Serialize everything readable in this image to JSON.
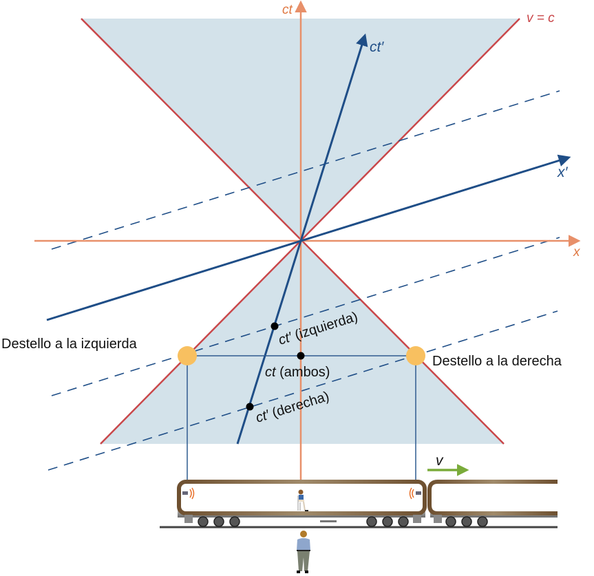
{
  "figure": {
    "type": "spacetime-diagram",
    "description": "Minkowski diagram showing two light flashes at train ends; simultaneous in ground frame (ct), not in train frame (ct')"
  },
  "axes": {
    "ct": {
      "label": "ct",
      "color": "#e8906a"
    },
    "x": {
      "label": "x",
      "color": "#e8906a"
    },
    "ct_prime": {
      "label": "ct′",
      "color": "#1f4e87"
    },
    "x_prime": {
      "label": "x′",
      "color": "#1f4e87"
    },
    "light_line": {
      "label": "v = c",
      "color": "#c9474a"
    }
  },
  "labels": {
    "flash_left": "Destello a la izquierda",
    "flash_right": "Destello a la derecha",
    "ct_left_prefix": "ct′",
    "ct_left_suffix": " (izquierda)",
    "ct_both_prefix": "ct",
    "ct_both_suffix": " (ambos)",
    "ct_right_prefix": "ct′",
    "ct_right_suffix": " (derecha)",
    "velocity": "v"
  },
  "colors": {
    "light_cone_fill": "#d3e2ea",
    "flash": "#f8c060",
    "velocity_arrow": "#7aab3a",
    "train_body": "#7a5c3a",
    "rail": "#444444"
  }
}
